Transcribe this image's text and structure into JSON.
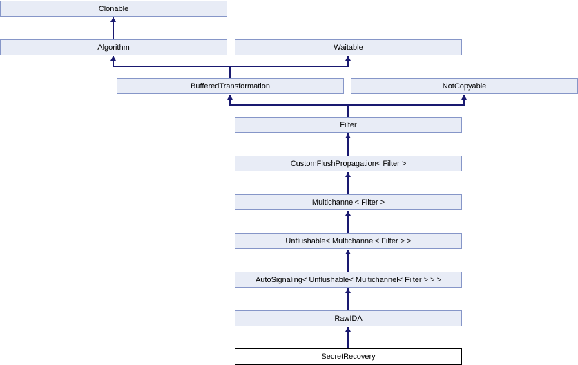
{
  "diagram": {
    "type": "class-inheritance-diagram",
    "current_class": "SecretRecovery",
    "nodes": {
      "clonable": {
        "label": "Clonable"
      },
      "algorithm": {
        "label": "Algorithm"
      },
      "waitable": {
        "label": "Waitable"
      },
      "buffered_transformation": {
        "label": "BufferedTransformation"
      },
      "not_copyable": {
        "label": "NotCopyable"
      },
      "filter": {
        "label": "Filter"
      },
      "custom_flush_propagation": {
        "label": "CustomFlushPropagation< Filter >"
      },
      "multichannel": {
        "label": "Multichannel< Filter >"
      },
      "unflushable": {
        "label": "Unflushable< Multichannel< Filter > >"
      },
      "auto_signaling": {
        "label": "AutoSignaling< Unflushable< Multichannel< Filter > > >"
      },
      "raw_ida": {
        "label": "RawIDA"
      },
      "secret_recovery": {
        "label": "SecretRecovery"
      }
    },
    "edges": [
      "Algorithm -> Clonable",
      "BufferedTransformation -> Algorithm",
      "BufferedTransformation -> Waitable",
      "Filter -> BufferedTransformation",
      "Filter -> NotCopyable",
      "CustomFlushPropagation< Filter > -> Filter",
      "Multichannel< Filter > -> CustomFlushPropagation< Filter >",
      "Unflushable< Multichannel< Filter > > -> Multichannel< Filter >",
      "AutoSignaling< Unflushable< Multichannel< Filter > > > -> Unflushable< Multichannel< Filter > >",
      "RawIDA -> AutoSignaling< Unflushable< Multichannel< Filter > > >",
      "SecretRecovery -> RawIDA"
    ],
    "colors": {
      "node_fill": "#e8ecf6",
      "node_border": "#8696c8",
      "arrow": "#191970",
      "current_node_fill": "#ffffff",
      "current_node_border": "#000000",
      "text": "#000000",
      "background": "#ffffff"
    }
  }
}
